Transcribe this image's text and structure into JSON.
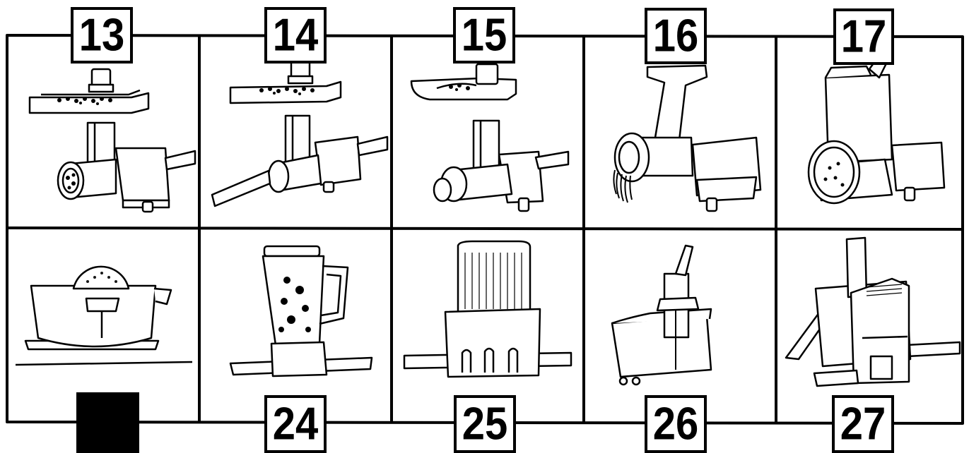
{
  "panels": {
    "top": [
      {
        "number": "13",
        "icon": "meat-grinder-icon"
      },
      {
        "number": "14",
        "icon": "sausage-stuffer-icon"
      },
      {
        "number": "15",
        "icon": "food-grinder-icon"
      },
      {
        "number": "16",
        "icon": "pasta-maker-icon"
      },
      {
        "number": "17",
        "icon": "rotor-slicer-icon"
      }
    ],
    "bottom": [
      {
        "number": "",
        "icon": "citrus-juicer-icon"
      },
      {
        "number": "24",
        "icon": "blender-icon"
      },
      {
        "number": "25",
        "icon": "mini-chopper-icon"
      },
      {
        "number": "26",
        "icon": "food-processor-icon"
      },
      {
        "number": "27",
        "icon": "vegetable-slicer-icon"
      }
    ]
  },
  "colors": {
    "line": "#000000",
    "background": "#ffffff"
  }
}
